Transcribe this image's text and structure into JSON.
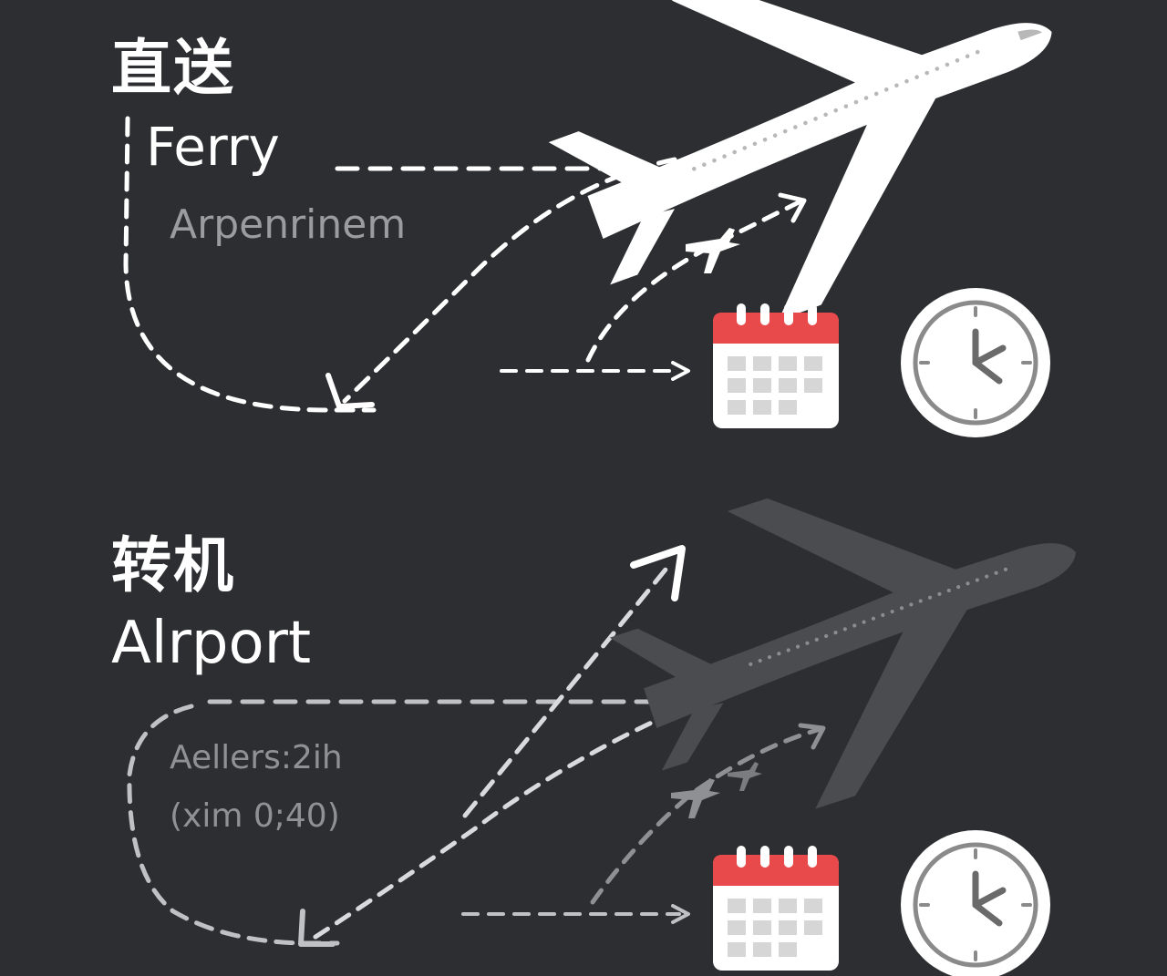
{
  "colors": {
    "background": "#2c2e31",
    "primary": "#ffffff",
    "muted": "#4a4c4f",
    "dash_light": "#ffffff",
    "dash_muted": "#bfc1c4",
    "calendar_header": "#e8494b"
  },
  "direct": {
    "title_zh": "直送",
    "title_en": "Ferry",
    "subtitle": "Arpenrinem",
    "icons": [
      "airplane-icon",
      "calendar-icon",
      "clock-icon"
    ]
  },
  "transfer": {
    "title_zh": "转机",
    "title_en": "Alrport",
    "subtitle_1": "Aellers:2ih",
    "subtitle_2": "(xim 0;40)",
    "icons": [
      "airplane-icon",
      "calendar-icon",
      "clock-icon"
    ]
  }
}
